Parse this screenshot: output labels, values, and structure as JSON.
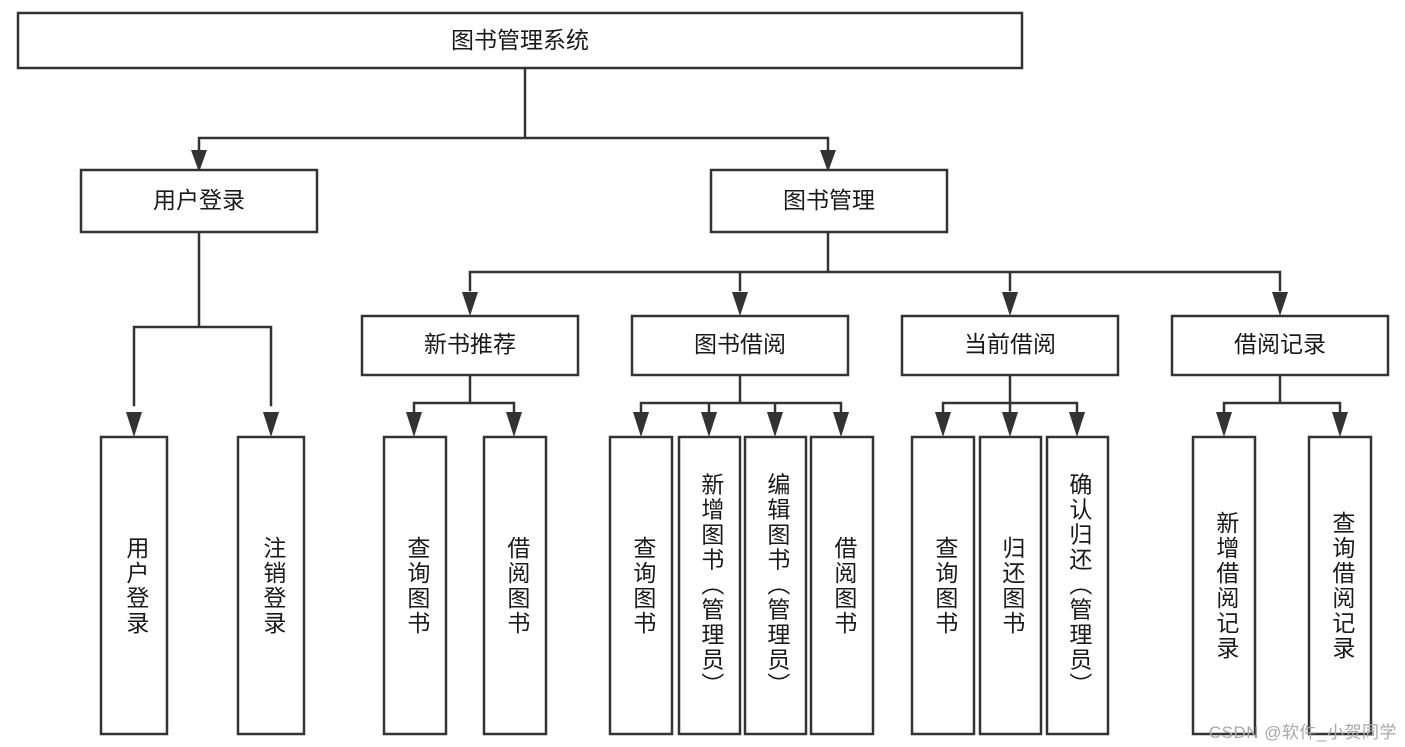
{
  "diagram": {
    "type": "tree-hierarchy",
    "title": "图书管理系统",
    "watermark": "CSDN @软件_小贺同学",
    "colors": {
      "stroke": "#333333",
      "fill": "#ffffff",
      "text": "#1a1a1a",
      "watermark": "#a8a8a8"
    },
    "levels": {
      "root": {
        "label": "图书管理系统"
      },
      "level2": [
        {
          "label": "用户登录"
        },
        {
          "label": "图书管理"
        }
      ],
      "level3": [
        {
          "label": "新书推荐"
        },
        {
          "label": "图书借阅"
        },
        {
          "label": "当前借阅"
        },
        {
          "label": "借阅记录"
        }
      ],
      "leaves": {
        "user_login": [
          {
            "label": "用户登录"
          },
          {
            "label": "注销登录"
          }
        ],
        "new_book_recommend": [
          {
            "label": "查询图书"
          },
          {
            "label": "借阅图书"
          }
        ],
        "book_borrow": [
          {
            "label": "查询图书"
          },
          {
            "label": "新增图书（管理员）"
          },
          {
            "label": "编辑图书（管理员）"
          },
          {
            "label": "借阅图书"
          }
        ],
        "current_borrow": [
          {
            "label": "查询图书"
          },
          {
            "label": "归还图书"
          },
          {
            "label": "确认归还（管理员）"
          }
        ],
        "borrow_record": [
          {
            "label": "新增借阅记录"
          },
          {
            "label": "查询借阅记录"
          }
        ]
      }
    }
  }
}
